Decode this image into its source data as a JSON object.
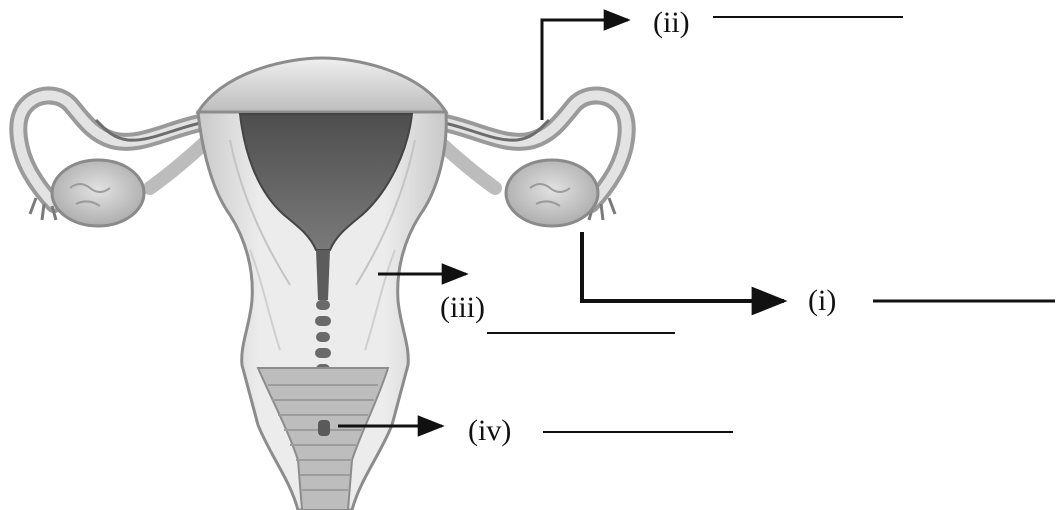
{
  "labels": {
    "i": "(i)",
    "ii": "(ii)",
    "iii": "(iii)",
    "iv": "(iv)"
  },
  "answer_blanks": {
    "i": "",
    "ii": "",
    "iii": "",
    "iv": ""
  },
  "colors": {
    "organ_light": "#dcdcdc",
    "organ_mid": "#b9b9b9",
    "organ_dark": "#5a5a5a",
    "outline": "#8c8c8c",
    "arrow": "#111111"
  },
  "icons": {
    "arrowhead": "arrowhead-icon"
  }
}
